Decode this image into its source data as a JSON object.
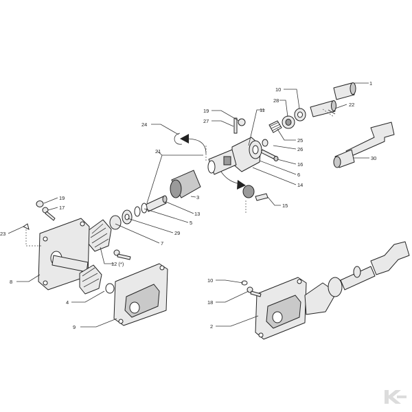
{
  "callouts": [
    {
      "id": "c1",
      "text": "1"
    },
    {
      "id": "c2",
      "text": "2"
    },
    {
      "id": "c3",
      "text": "3"
    },
    {
      "id": "c4",
      "text": "4"
    },
    {
      "id": "c5",
      "text": "5"
    },
    {
      "id": "c6",
      "text": "6"
    },
    {
      "id": "c7",
      "text": "7"
    },
    {
      "id": "c8",
      "text": "8"
    },
    {
      "id": "c9",
      "text": "9"
    },
    {
      "id": "c10a",
      "text": "10"
    },
    {
      "id": "c10b",
      "text": "10"
    },
    {
      "id": "c11",
      "text": "11"
    },
    {
      "id": "c12",
      "text": "12 (*)"
    },
    {
      "id": "c13",
      "text": "13"
    },
    {
      "id": "c14",
      "text": "14"
    },
    {
      "id": "c15",
      "text": "15"
    },
    {
      "id": "c16",
      "text": "16"
    },
    {
      "id": "c17",
      "text": "17"
    },
    {
      "id": "c18",
      "text": "18"
    },
    {
      "id": "c19a",
      "text": "19"
    },
    {
      "id": "c19b",
      "text": "19"
    },
    {
      "id": "c21",
      "text": "21"
    },
    {
      "id": "c22",
      "text": "22"
    },
    {
      "id": "c23",
      "text": "23"
    },
    {
      "id": "c24",
      "text": "24"
    },
    {
      "id": "c25",
      "text": "25"
    },
    {
      "id": "c26",
      "text": "26"
    },
    {
      "id": "c27",
      "text": "27"
    },
    {
      "id": "c28",
      "text": "28"
    },
    {
      "id": "c29",
      "text": "29"
    },
    {
      "id": "c30",
      "text": "30"
    }
  ],
  "colors": {
    "line": "#222222",
    "part_fill": "#e9e9e9",
    "logo": "#dcdcdc"
  },
  "logo": {
    "icon": "brand-k-logo-icon"
  }
}
